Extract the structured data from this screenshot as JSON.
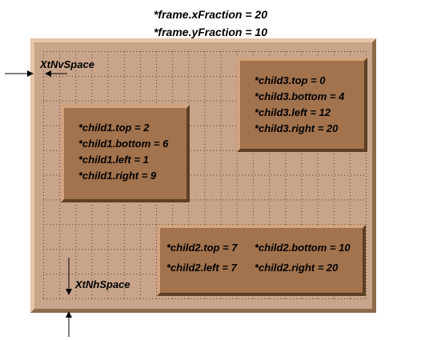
{
  "captions": {
    "x_fraction": "*frame.xFraction = 20",
    "y_fraction": "*frame.yFraction = 10"
  },
  "spacing_labels": {
    "nv_space": "XtNvSpace",
    "nh_space": "XtNhSpace"
  },
  "child1": {
    "top": "*child1.top = 2",
    "bottom": "*child1.bottom = 6",
    "left": "*child1.left = 1",
    "right": "*child1.right = 9"
  },
  "child2": {
    "top": "*child2.top = 7",
    "bottom": "*child2.bottom = 10",
    "left": "*child2.left = 7",
    "right": "*child2.right = 20"
  },
  "child3": {
    "top": "*child3.top = 0",
    "bottom": "*child3.bottom = 4",
    "left": "*child3.left = 12",
    "right": "*child3.right = 20"
  },
  "colors": {
    "frame": "#c8a48a",
    "child": "#a3734d",
    "grid_dots": "#5b4030"
  }
}
